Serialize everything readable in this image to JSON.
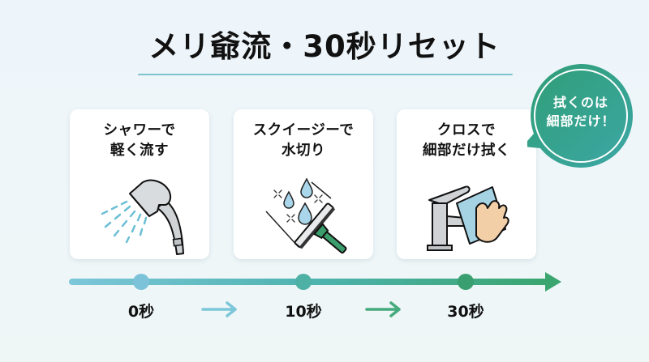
{
  "header": {
    "title": "メリ爺流・30秒リセット"
  },
  "steps": [
    {
      "label": "シャワーで\n軽く流す",
      "icon": "shower-head-icon"
    },
    {
      "label": "スクイージーで\n水切り",
      "icon": "squeegee-icon"
    },
    {
      "label": "クロスで\n細部だけ拭く",
      "icon": "cloth-faucet-icon"
    }
  ],
  "callout": {
    "text": "拭くのは\n細部だけ！"
  },
  "timeline": {
    "ticks": [
      "0秒",
      "10秒",
      "30秒"
    ],
    "arrow_glyph": "→"
  },
  "colors": {
    "teal_light": "#7cc7d9",
    "teal": "#4fb3b0",
    "green": "#3aa56f",
    "bubble_start": "#2f9e74",
    "bubble_end": "#3ca7a6"
  }
}
